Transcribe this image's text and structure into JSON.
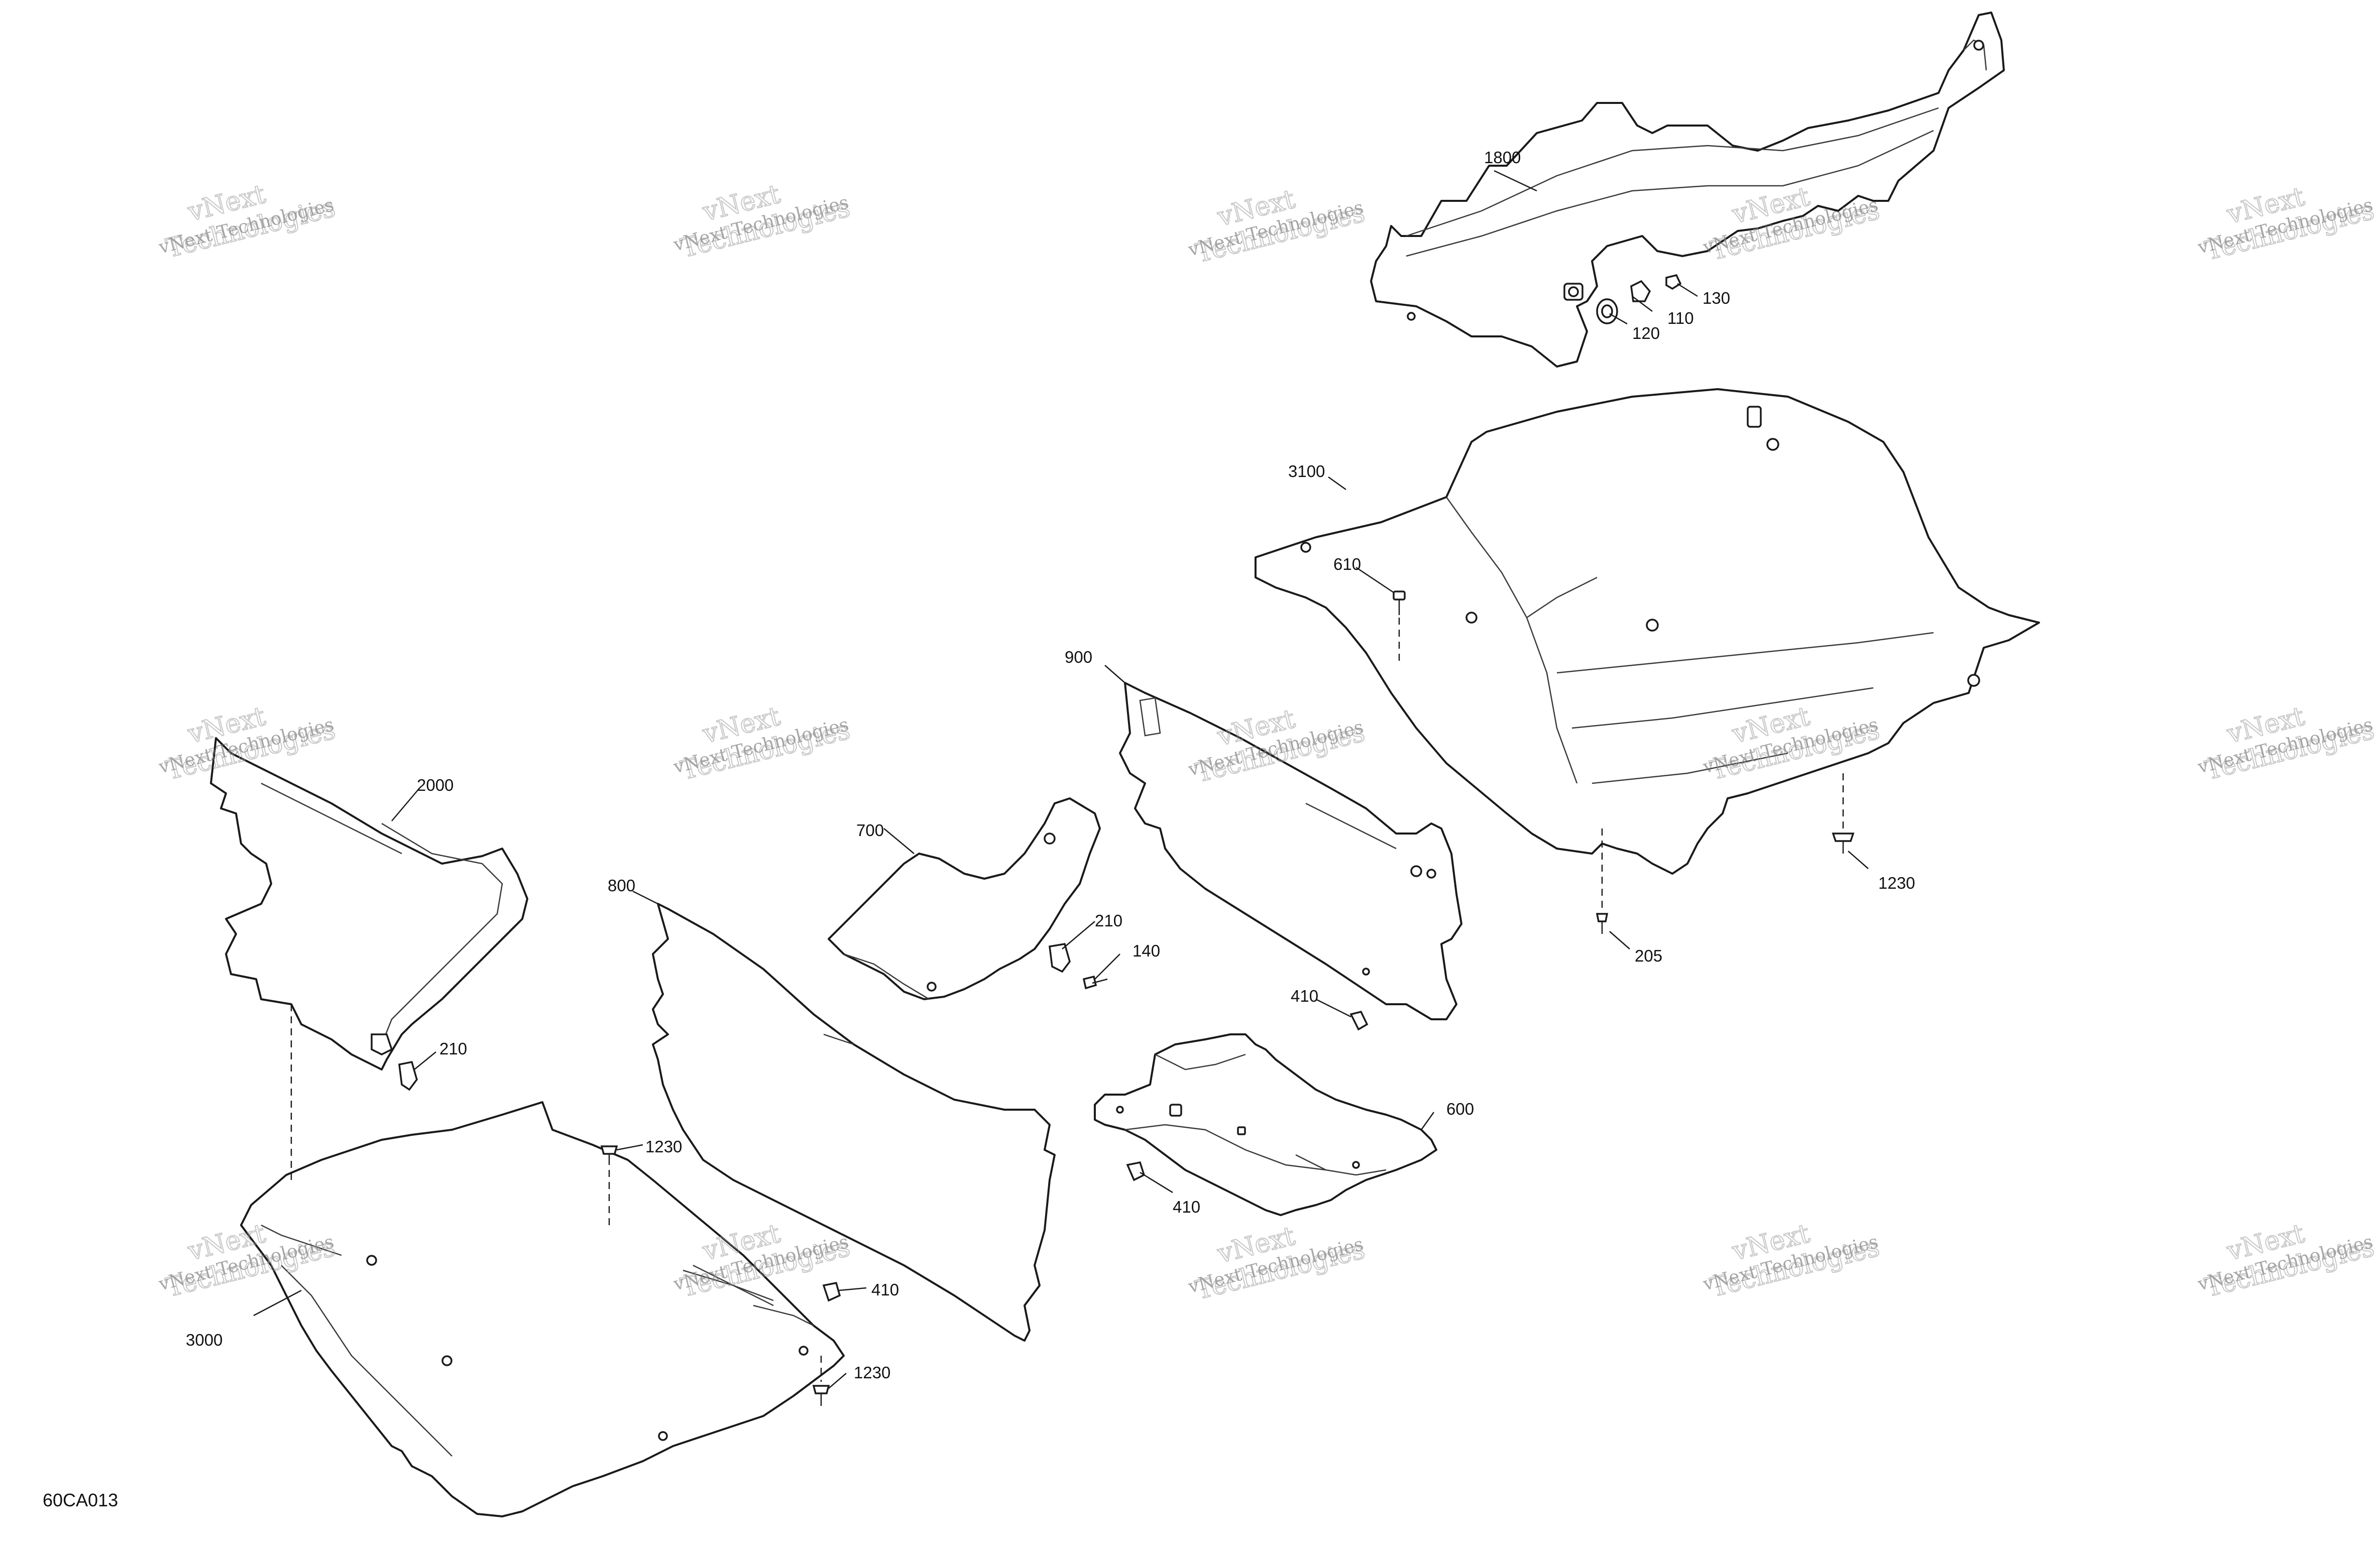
{
  "diagram_code": "60CA013",
  "watermark": {
    "line1": "vNext Technologies",
    "line2_top": "vNext",
    "line2_bottom": "Technologies"
  },
  "callouts": {
    "c1800": "1800",
    "c110": "110",
    "c120": "120",
    "c130": "130",
    "c3100": "3100",
    "c610": "610",
    "c900": "900",
    "c1230_right": "1230",
    "c205": "205",
    "c2000": "2000",
    "c700": "700",
    "c210_mid": "210",
    "c140": "140",
    "c800": "800",
    "c410_mid": "410",
    "c600": "600",
    "c410_low": "410",
    "c210_left": "210",
    "c1230_left_top": "1230",
    "c410_left": "410",
    "c3000": "3000",
    "c1230_left_bottom": "1230"
  }
}
